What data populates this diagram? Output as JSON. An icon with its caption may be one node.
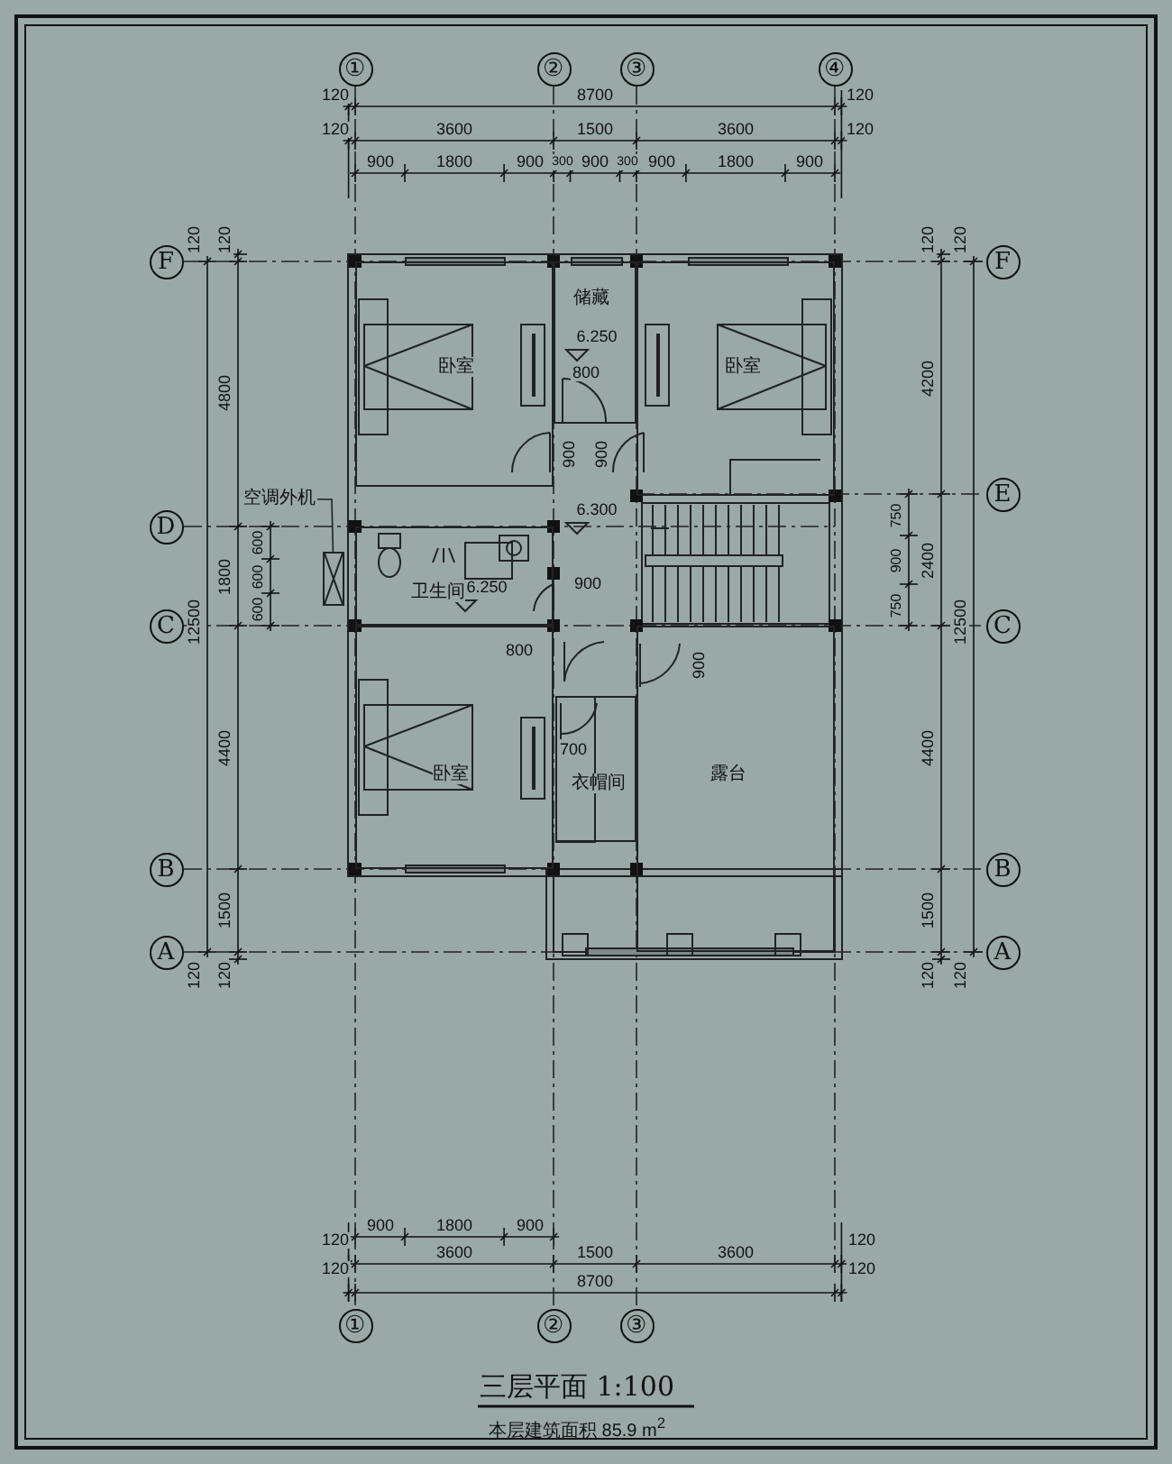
{
  "diagram": {
    "title": "三层平面 1:100",
    "caption": "本层建筑面积 85.9 m$^{2}$",
    "nodes": [
      {
        "text": [
          "①"
        ]
      },
      {
        "text": [
          "②"
        ]
      },
      {
        "text": [
          "③"
        ]
      },
      {
        "text": [
          "④"
        ]
      },
      {
        "text": [
          "F"
        ]
      },
      {
        "text": [
          "D"
        ]
      },
      {
        "text": [
          "C"
        ]
      },
      {
        "text": [
          "B"
        ]
      },
      {
        "text": [
          "A"
        ]
      },
      {
        "text": [
          "F"
        ]
      },
      {
        "text": [
          "E"
        ]
      },
      {
        "text": [
          "C"
        ]
      },
      {
        "text": [
          "B"
        ]
      },
      {
        "text": [
          "A"
        ]
      },
      {
        "text": [
          "①"
        ]
      },
      {
        "text": [
          "②"
        ]
      },
      {
        "text": [
          "③"
        ]
      },
      {
        "text": [
          "卧室"
        ]
      },
      {
        "text": [
          "储藏"
        ]
      },
      {
        "text": [
          "卧室"
        ]
      },
      {
        "text": [
          "卫生间"
        ]
      },
      {
        "text": [
          "卧室"
        ]
      },
      {
        "text": [
          "衣帽间"
        ]
      },
      {
        "text": [
          "露台"
        ]
      },
      {
        "text": [
          "空调外机"
        ]
      },
      {
        "text": [],
        "shape": "box"
      }
    ],
    "edges": [
      {
        "from": 24,
        "to": 25,
        "arrow": "none"
      }
    ],
    "labels": [
      "120",
      "8700",
      "120",
      "120",
      "3600",
      "1500",
      "3600",
      "120",
      "900",
      "1800",
      "900",
      "300",
      "900",
      "300",
      "900",
      "1800",
      "900",
      "120",
      "120",
      "4800",
      "600",
      "600",
      "600",
      "1800",
      "12500",
      "4400",
      "1500",
      "120",
      "120",
      "120",
      "120",
      "4200",
      "750",
      "900",
      "750",
      "2400",
      "12500",
      "4400",
      "1500",
      "120",
      "120",
      "6.250",
      "800",
      "900",
      "900",
      "6.300",
      "6.250",
      "900",
      "800",
      "900",
      "700",
      "900",
      "1800",
      "900",
      "120",
      "3600",
      "1500",
      "3600",
      "120",
      "120",
      "8700",
      "120"
    ]
  }
}
